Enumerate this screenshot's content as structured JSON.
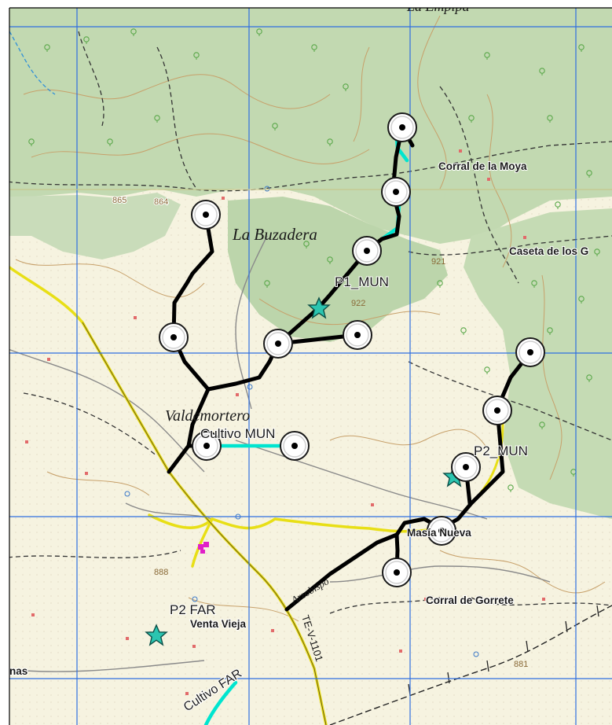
{
  "map": {
    "place_labels": [
      {
        "id": "la-empipa",
        "text": "La Empipa",
        "style": "italic"
      },
      {
        "id": "corral-de-la-moya",
        "text": "Corral de la Moya",
        "style": "bold"
      },
      {
        "id": "caseta-de-los-g",
        "text": "Caseta de los G",
        "style": "bold"
      },
      {
        "id": "la-buzadera",
        "text": "La Buzadera",
        "style": "italic"
      },
      {
        "id": "valdemortero",
        "text": "Valdemortero",
        "style": "italic"
      },
      {
        "id": "masia-nueva",
        "text": "Masía Nueva",
        "style": "bold"
      },
      {
        "id": "corral-de-gorrete",
        "text": "Corral de Gorrete",
        "style": "bold"
      },
      {
        "id": "venta-vieja",
        "text": "Venta Vieja",
        "style": "bold"
      },
      {
        "id": "nas",
        "text": "nas",
        "style": "bold"
      },
      {
        "id": "arzobispo",
        "text": "Arzobispo",
        "style": "italic"
      },
      {
        "id": "te-v-1101",
        "text": "TE-V-1101",
        "style": "plain"
      }
    ],
    "overlay_labels": [
      {
        "id": "p1-mun",
        "text": "P1_MUN"
      },
      {
        "id": "cultivo-mun",
        "text": "Cultivo MUN"
      },
      {
        "id": "p2-mun",
        "text": "P2_MUN"
      },
      {
        "id": "p2-far",
        "text": "P2 FAR"
      },
      {
        "id": "cultivo-far",
        "text": "Cultivo FAR"
      }
    ],
    "elevation_labels": [
      {
        "id": "e865",
        "text": "865"
      },
      {
        "id": "e864",
        "text": "864"
      },
      {
        "id": "e921",
        "text": "921"
      },
      {
        "id": "e922",
        "text": "922"
      },
      {
        "id": "e888",
        "text": "888"
      },
      {
        "id": "e881",
        "text": "881"
      }
    ],
    "icons": {
      "station_marker": "star-marker-icon",
      "sample_point": "target-point-icon",
      "tree": "tree-symbol-icon"
    },
    "colors": {
      "forest": "#c2d9b1",
      "open_land": "#f6f3e0",
      "grid": "#2f6fe0",
      "route": "#000000",
      "highlight_route": "#00e5cf",
      "road": "#e8df16",
      "star": "#2bc5b0",
      "contour": "#c7a06a"
    }
  }
}
